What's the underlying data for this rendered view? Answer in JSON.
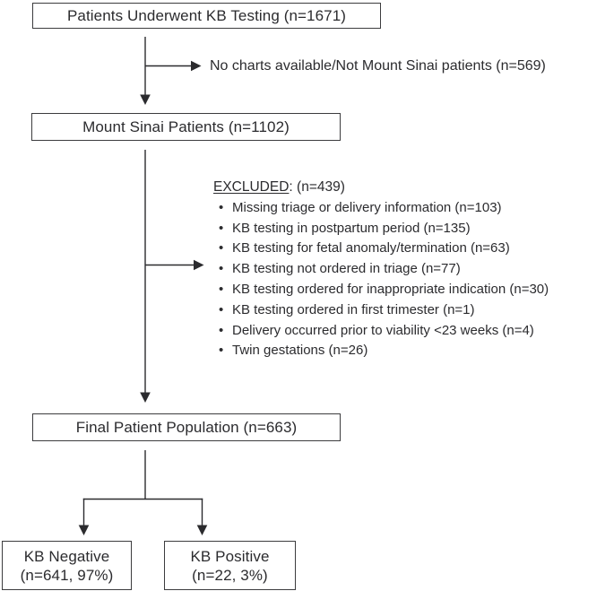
{
  "diagram": {
    "colors": {
      "ink": "#2b2b2e",
      "border": "#3c3c3e",
      "background": "#ffffff"
    },
    "boxes": {
      "kb_testing": "Patients Underwent KB Testing (n=1671)",
      "mount_sinai": "Mount Sinai Patients (n=1102)",
      "final_population": "Final Patient Population (n=663)",
      "kb_negative": {
        "line1": "KB Negative",
        "line2": "(n=641, 97%)"
      },
      "kb_positive": {
        "line1": "KB Positive",
        "line2": "(n=22, 3%)"
      }
    },
    "no_charts_label": "No charts available/Not Mount Sinai patients (n=569)",
    "excluded": {
      "heading": "EXCLUDED",
      "heading_suffix": ": (n=439)",
      "bullet_glyph": "•",
      "items": [
        "Missing triage or delivery information (n=103)",
        "KB testing in postpartum period (n=135)",
        "KB testing for fetal anomaly/termination (n=63)",
        "KB testing not ordered in triage (n=77)",
        "KB testing ordered for inappropriate indication (n=30)",
        "KB testing ordered in first trimester (n=1)",
        "Delivery occurred prior to viability <23 weeks (n=4)",
        "Twin gestations (n=26)"
      ]
    }
  }
}
